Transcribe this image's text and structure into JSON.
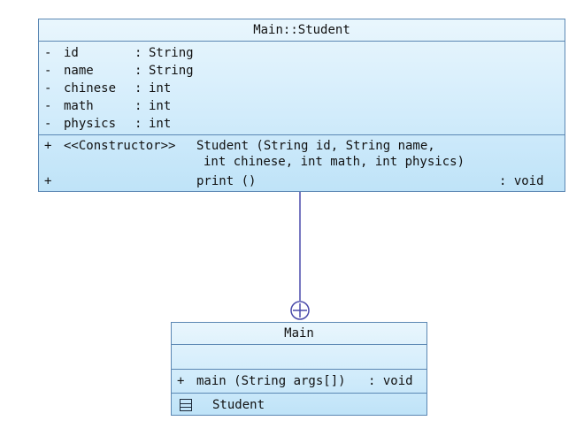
{
  "diagram": {
    "student_class": {
      "name": "Main::Student",
      "attributes": [
        {
          "visibility": "-",
          "name": "id",
          "sep": ":",
          "type": "String"
        },
        {
          "visibility": "-",
          "name": "name",
          "sep": ":",
          "type": "String"
        },
        {
          "visibility": "-",
          "name": "chinese",
          "sep": ":",
          "type": "int"
        },
        {
          "visibility": "-",
          "name": "math",
          "sep": ":",
          "type": "int"
        },
        {
          "visibility": "-",
          "name": "physics",
          "sep": ":",
          "type": "int"
        }
      ],
      "operations": [
        {
          "visibility": "+",
          "stereotype": "<<Constructor>>",
          "name": "Student (String id, String name,",
          "continuation": "int chinese, int math, int physics)",
          "return_type": ""
        },
        {
          "visibility": "+",
          "stereotype": "",
          "name": "print ()",
          "continuation": "",
          "return_type": ": void"
        }
      ]
    },
    "main_class": {
      "name": "Main",
      "operations": [
        {
          "visibility": "+",
          "name": "main (String args[])",
          "return_type": ": void"
        }
      ],
      "nested": [
        {
          "name": "Student",
          "icon": "nested-class-icon"
        }
      ]
    },
    "connector": {
      "type": "nesting",
      "color": "#4a4aaa"
    },
    "colors": {
      "border": "#5b87b3",
      "fill_top": "#e9f6fd",
      "fill_bottom": "#bfe3f8"
    }
  }
}
